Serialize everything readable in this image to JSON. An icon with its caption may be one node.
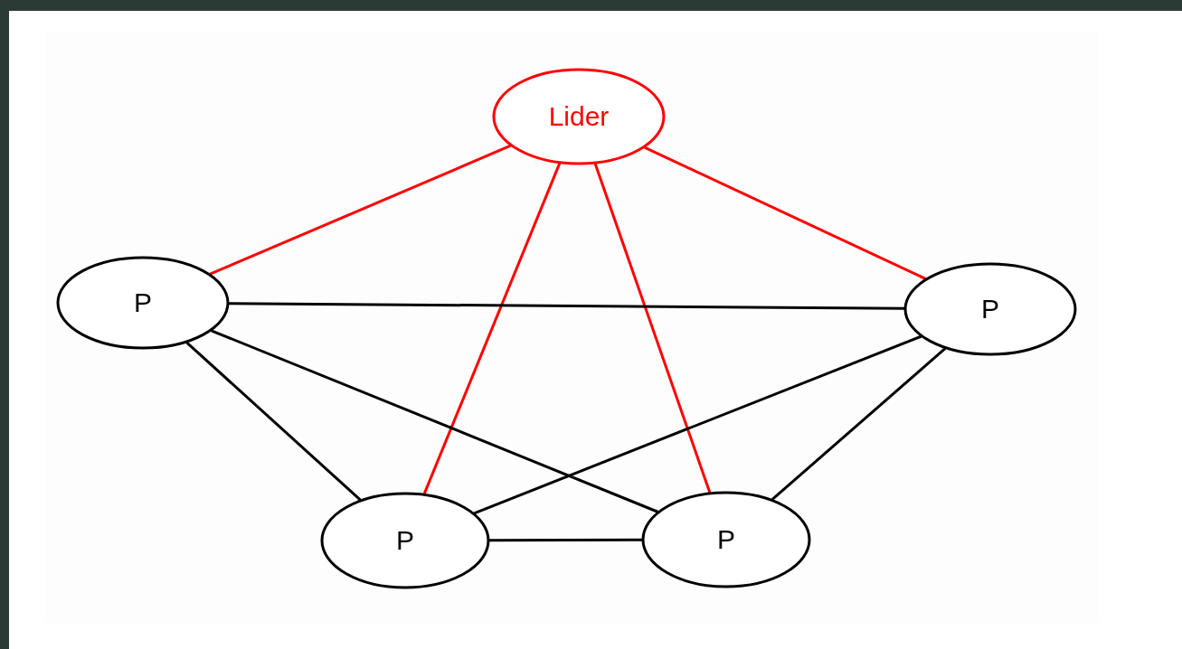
{
  "diagram": {
    "nodes": [
      {
        "text": [
          "Lider"
        ]
      },
      {
        "text": [
          "P"
        ]
      },
      {
        "text": [
          "P"
        ]
      },
      {
        "text": [
          "P"
        ]
      },
      {
        "text": [
          "P"
        ]
      }
    ],
    "edges": [
      {
        "from": 0,
        "to": 1,
        "arrow": "none",
        "color": "#ff0000"
      },
      {
        "from": 0,
        "to": 3,
        "arrow": "none",
        "color": "#ff0000"
      },
      {
        "from": 0,
        "to": 4,
        "arrow": "none",
        "color": "#ff0000"
      },
      {
        "from": 0,
        "to": 2,
        "arrow": "none",
        "color": "#ff0000"
      },
      {
        "from": 1,
        "to": 2,
        "arrow": "none"
      },
      {
        "from": 1,
        "to": 3,
        "arrow": "none"
      },
      {
        "from": 1,
        "to": 4,
        "arrow": "none"
      },
      {
        "from": 2,
        "to": 3,
        "arrow": "none"
      },
      {
        "from": 2,
        "to": 4,
        "arrow": "none"
      },
      {
        "from": 3,
        "to": 4,
        "arrow": "none"
      }
    ]
  }
}
